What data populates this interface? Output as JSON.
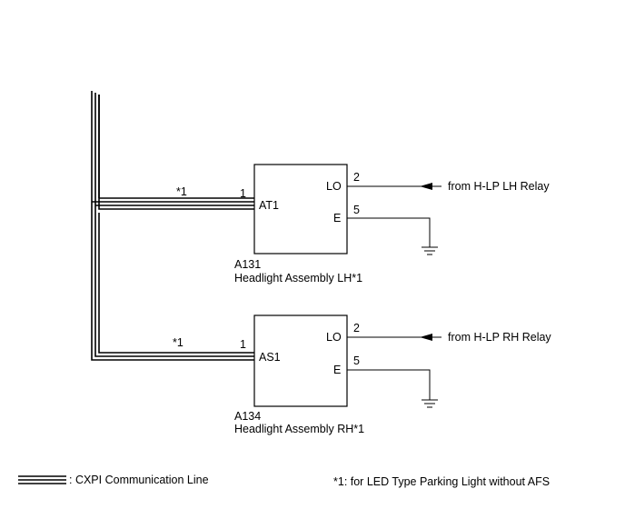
{
  "components": [
    {
      "id": "A131",
      "code_label": "A131",
      "name_label": "Headlight Assembly LH*1",
      "connector": "AT1",
      "pin_in": "1",
      "wire_note": "*1",
      "lo_label": "LO",
      "lo_pin": "2",
      "e_label": "E",
      "e_pin": "5",
      "source_label": "from H-LP LH Relay"
    },
    {
      "id": "A134",
      "code_label": "A134",
      "name_label": "Headlight Assembly RH*1",
      "connector": "AS1",
      "pin_in": "1",
      "wire_note": "*1",
      "lo_label": "LO",
      "lo_pin": "2",
      "e_label": "E",
      "e_pin": "5",
      "source_label": "from H-LP RH Relay"
    }
  ],
  "legend": {
    "cxpi_label": ": CXPI Communication Line",
    "footnote": "*1: for LED Type Parking Light without AFS"
  }
}
